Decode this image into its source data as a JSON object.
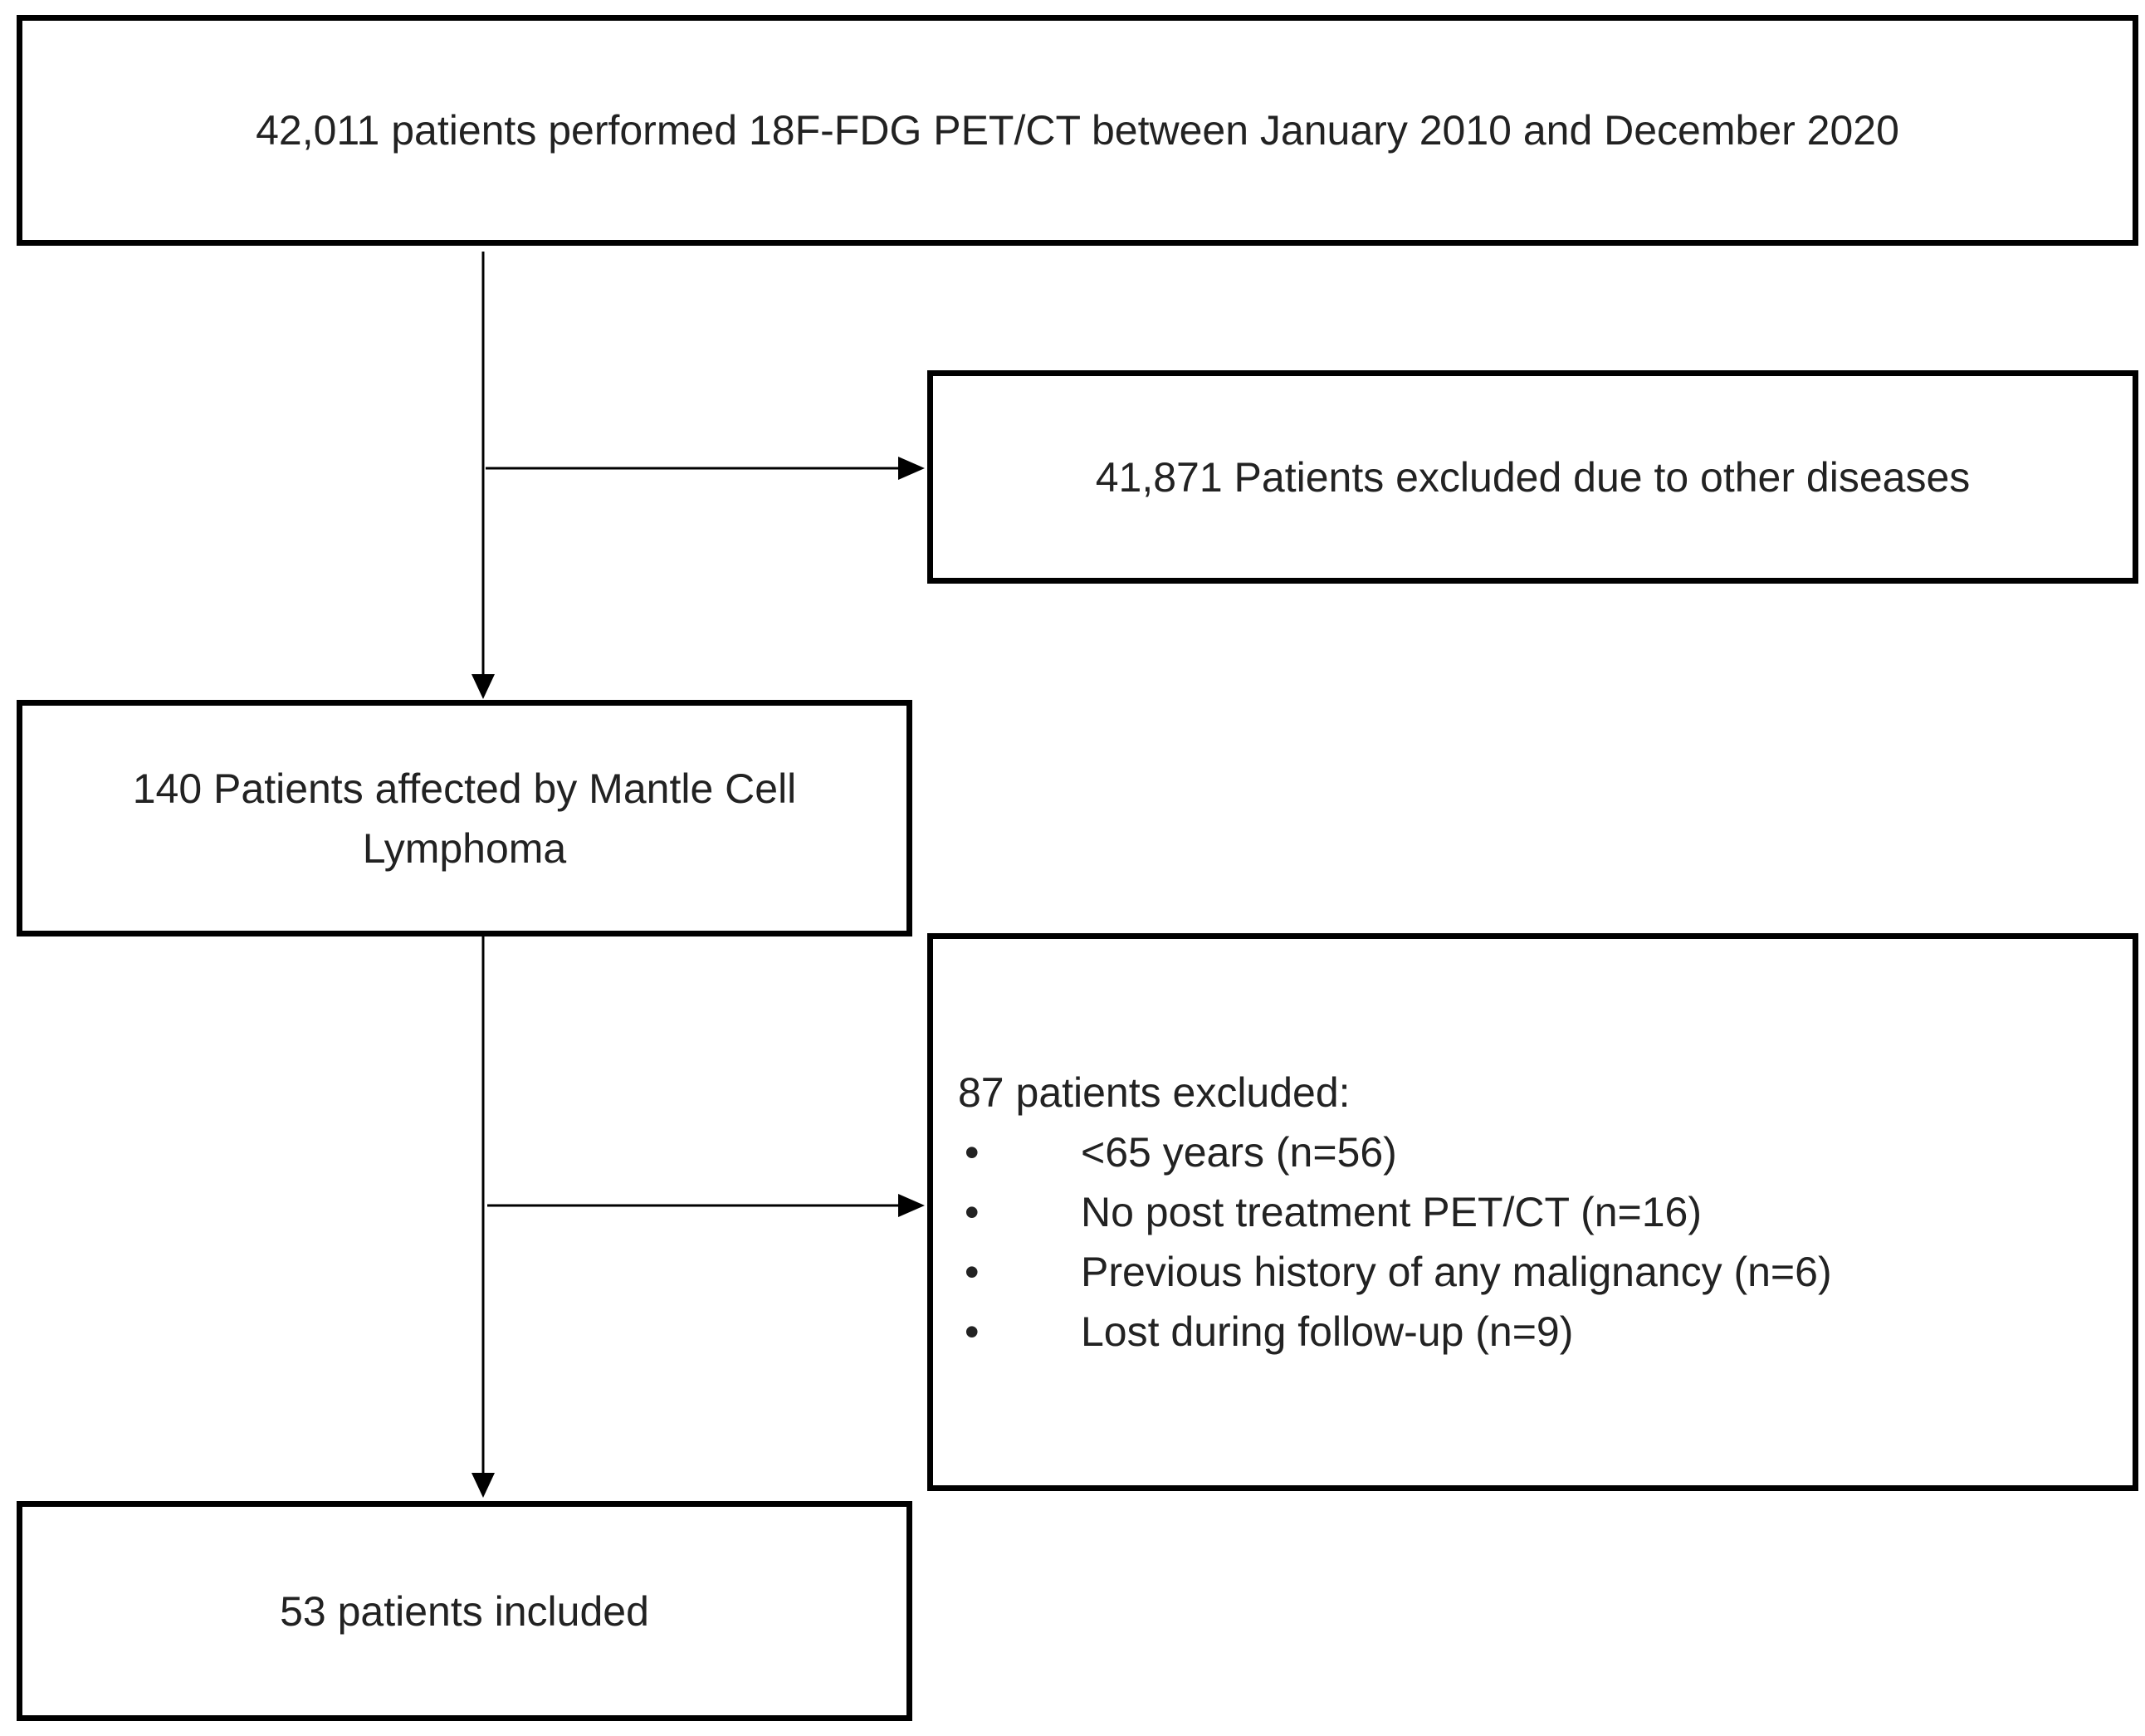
{
  "flowchart": {
    "total": {
      "text": "42,011 patients performed 18F-FDG PET/CT between January 2010 and December 2020"
    },
    "excluded_first": {
      "text": "41,871 Patients excluded due to other diseases"
    },
    "mcl": {
      "text": "140 Patients affected by Mantle Cell Lymphoma"
    },
    "excluded_second": {
      "heading": "87 patients excluded:",
      "bullet_symbol": "•",
      "items": [
        "<65 years (n=56)",
        "No post treatment PET/CT (n=16)",
        "Previous history of any malignancy (n=6)",
        "Lost during follow-up (n=9)"
      ]
    },
    "included": {
      "text": "53 patients included"
    }
  }
}
